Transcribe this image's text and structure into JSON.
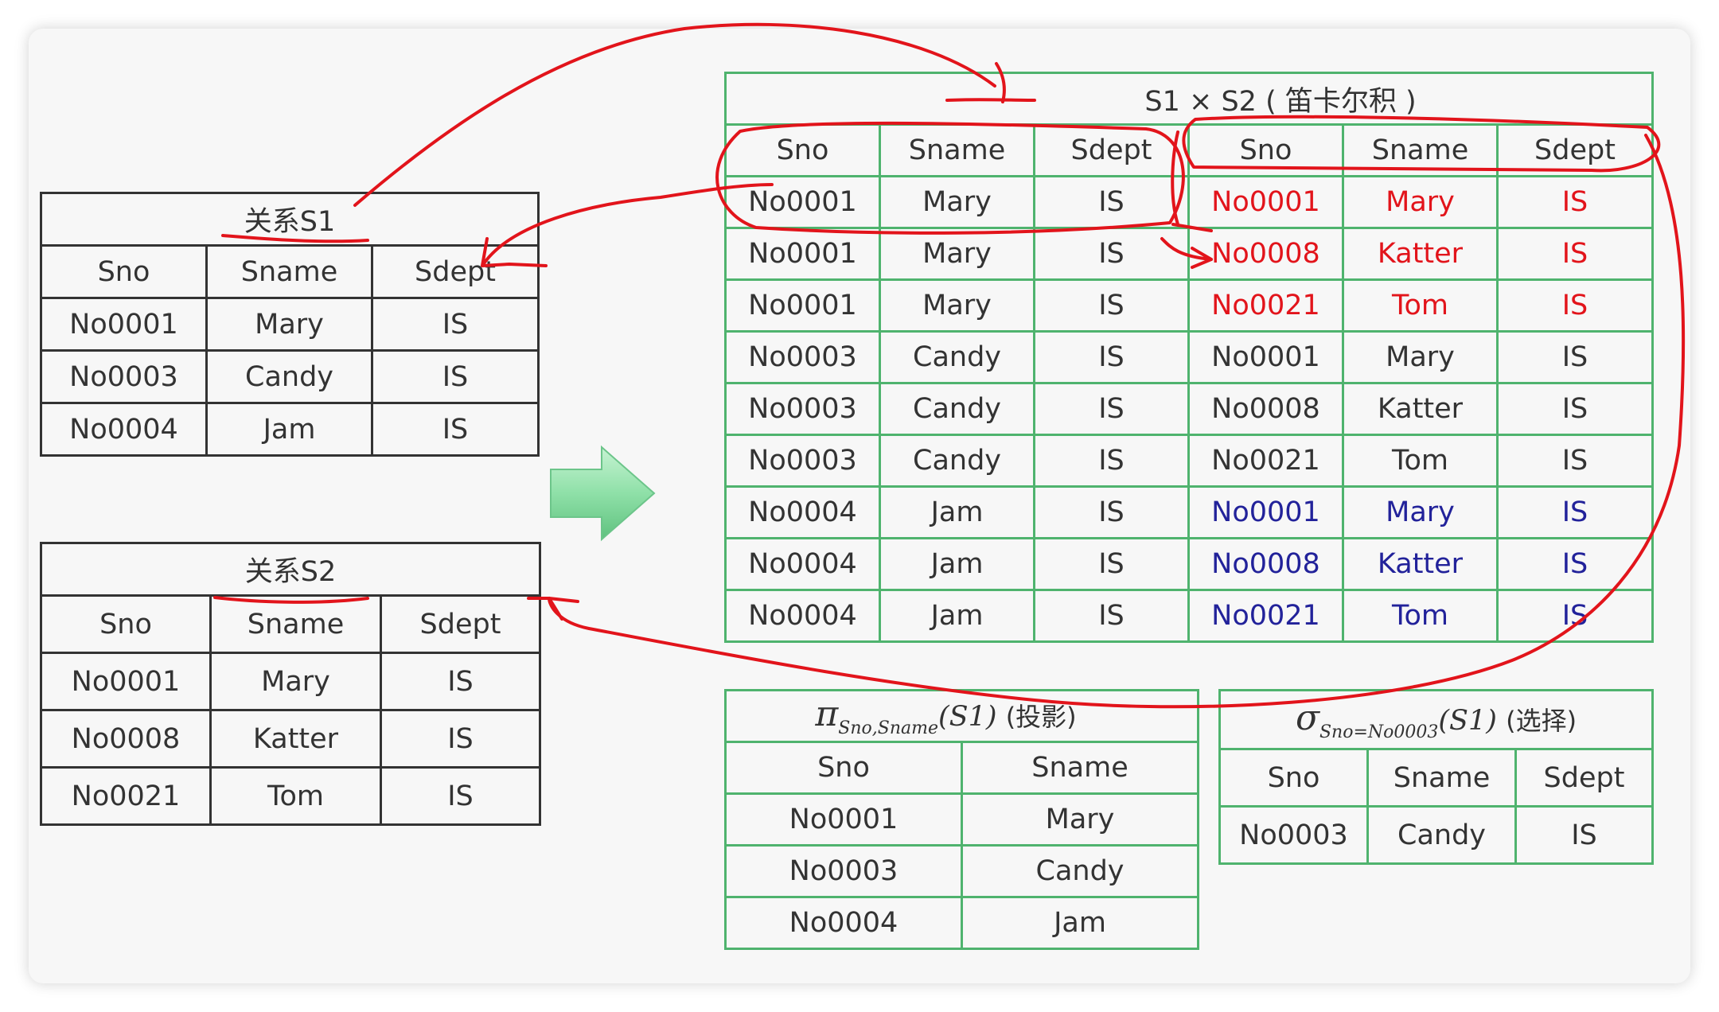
{
  "s1": {
    "caption": "关系S1",
    "headers": [
      "Sno",
      "Sname",
      "Sdept"
    ],
    "rows": [
      [
        "No0001",
        "Mary",
        "IS"
      ],
      [
        "No0003",
        "Candy",
        "IS"
      ],
      [
        "No0004",
        "Jam",
        "IS"
      ]
    ]
  },
  "s2": {
    "caption": "关系S2",
    "headers": [
      "Sno",
      "Sname",
      "Sdept"
    ],
    "rows": [
      [
        "No0001",
        "Mary",
        "IS"
      ],
      [
        "No0008",
        "Katter",
        "IS"
      ],
      [
        "No0021",
        "Tom",
        "IS"
      ]
    ]
  },
  "product": {
    "caption": "S1 × S2 ( 笛卡尔积 )",
    "headers": [
      "Sno",
      "Sname",
      "Sdept",
      "Sno",
      "Sname",
      "Sdept"
    ],
    "rows": [
      [
        "No0001",
        "Mary",
        "IS",
        "No0001",
        "Mary",
        "IS"
      ],
      [
        "No0001",
        "Mary",
        "IS",
        "No0008",
        "Katter",
        "IS"
      ],
      [
        "No0001",
        "Mary",
        "IS",
        "No0021",
        "Tom",
        "IS"
      ],
      [
        "No0003",
        "Candy",
        "IS",
        "No0001",
        "Mary",
        "IS"
      ],
      [
        "No0003",
        "Candy",
        "IS",
        "No0008",
        "Katter",
        "IS"
      ],
      [
        "No0003",
        "Candy",
        "IS",
        "No0021",
        "Tom",
        "IS"
      ],
      [
        "No0004",
        "Jam",
        "IS",
        "No0001",
        "Mary",
        "IS"
      ],
      [
        "No0004",
        "Jam",
        "IS",
        "No0008",
        "Katter",
        "IS"
      ],
      [
        "No0004",
        "Jam",
        "IS",
        "No0021",
        "Tom",
        "IS"
      ]
    ],
    "highlight_colors": {
      "red": "#e2141b",
      "blue": "#22229a"
    }
  },
  "projection": {
    "symbol": "π",
    "subscript": "Sno,Sname",
    "argument": "(S1)",
    "label": "(投影)",
    "headers": [
      "Sno",
      "Sname"
    ],
    "rows": [
      [
        "No0001",
        "Mary"
      ],
      [
        "No0003",
        "Candy"
      ],
      [
        "No0004",
        "Jam"
      ]
    ]
  },
  "selection": {
    "symbol": "σ",
    "subscript": "Sno=No0003",
    "argument": "(S1)",
    "label": "(选择)",
    "headers": [
      "Sno",
      "Sname",
      "Sdept"
    ],
    "rows": [
      [
        "No0003",
        "Candy",
        "IS"
      ]
    ]
  },
  "colors": {
    "table_green": "#4fb36e",
    "table_black": "#333333",
    "annotation_red": "#e2141b",
    "arrow_green": "#8fe0a8"
  }
}
